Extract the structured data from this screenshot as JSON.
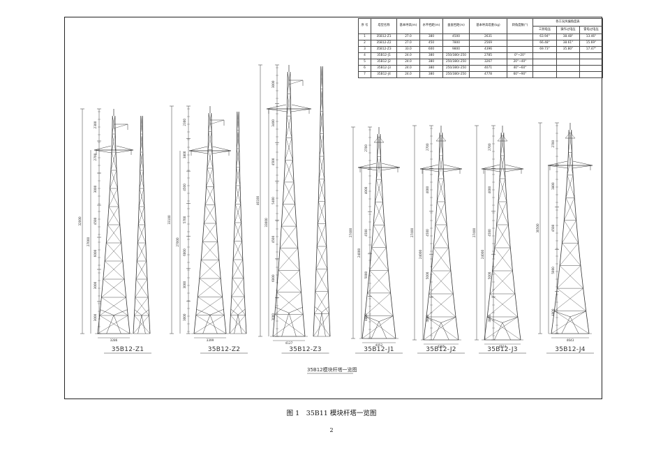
{
  "figure": {
    "caption": "图 1　35B11 模块杆塔一览图",
    "page_number": "2",
    "overview_label": "35B12模块杆塔一览图"
  },
  "table": {
    "headers": [
      "序 号",
      "塔型名称",
      "基本呼高(m)",
      "水平档距(m)",
      "垂直档距(m)",
      "基本呼高塔重(kg)",
      "转角度数(°)"
    ],
    "group_header": "各工况风偏角度表",
    "sub_headers": [
      "工频电压",
      "操作过电压",
      "雷电过电压"
    ],
    "rows": [
      [
        "1",
        "35B12-Z1",
        "27.0",
        "380",
        "4500",
        "2631",
        "",
        "63.94°",
        "38.48°",
        "13.46°"
      ],
      [
        "2",
        "35B12-Z2",
        "27.0",
        "450",
        "7800",
        "2569",
        "",
        "66.48°",
        "38.61°",
        "15.69°"
      ],
      [
        "3",
        "35B12-Z3",
        "33.0",
        "600",
        "9800",
        "4396",
        "",
        "69.73°",
        "35.80°",
        "17.47°"
      ],
      [
        "4",
        "35B12-J1",
        "24.0",
        "380",
        "250/380/-250",
        "2785",
        "0°~20°",
        "",
        "",
        ""
      ],
      [
        "5",
        "35B12-J2",
        "24.0",
        "380",
        "250/380/-250",
        "3267",
        "20°~40°",
        "",
        "",
        ""
      ],
      [
        "6",
        "35B12-J3",
        "24.0",
        "380",
        "250/380/-250",
        "4071",
        "40°~60°",
        "",
        "",
        ""
      ],
      [
        "7",
        "35B12-J4",
        "24.0",
        "380",
        "250/380/-250",
        "4778",
        "60°~90°",
        "",
        "",
        ""
      ]
    ]
  },
  "towers": [
    {
      "name": "35B12-Z1",
      "base_label": "3286",
      "total": "32000",
      "body": "27000",
      "segs": [
        "2300",
        "2700",
        "3000",
        "4500",
        "6000",
        "3000",
        "3000"
      ]
    },
    {
      "name": "35B12-Z2",
      "base_label": "3399",
      "total": "33100",
      "body": "27000",
      "segs": [
        "2300",
        "3800",
        "4500",
        "5700",
        "6000",
        "3000",
        "3000"
      ]
    },
    {
      "name": "35B12-Z3",
      "base_label": "4127",
      "total": "40100",
      "body": "33000",
      "segs": [
        "3000",
        "3400",
        "4500",
        "5400",
        "4500",
        "6000",
        "3000"
      ]
    },
    {
      "name": "35B12-J1",
      "base_label": "4052",
      "total": "27400",
      "body": "24000",
      "segs": [
        "2700",
        "4000",
        "4500",
        "5000",
        "4800"
      ]
    },
    {
      "name": "35B12-J2",
      "base_label": "4285",
      "total": "27400",
      "body": "24000",
      "segs": [
        "2700",
        "4000",
        "4500",
        "5000",
        "4800"
      ]
    },
    {
      "name": "35B12-J3",
      "base_label": "4514",
      "total": "27400",
      "body": "24000",
      "segs": [
        "2700",
        "4000",
        "4500",
        "5000",
        "4800"
      ]
    },
    {
      "name": "35B12-J4",
      "base_label": "4643",
      "total": "30500",
      "body": "",
      "segs": [
        "2700",
        "3800",
        "4500",
        "5000",
        "4800"
      ]
    }
  ]
}
